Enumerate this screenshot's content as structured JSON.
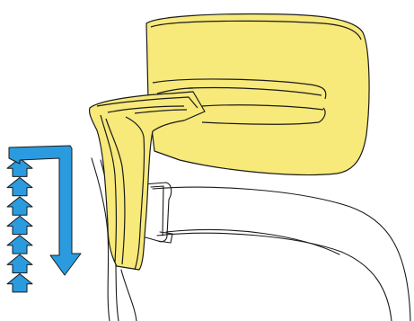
{
  "colors": {
    "background": "#ffffff",
    "headrest_fill": "#f7e97a",
    "arrow_fill": "#2b9be0",
    "outline": "#1a1a1a"
  },
  "illustration": {
    "parts": [
      "headrest-cushion",
      "headrest-support-arm",
      "chair-back-frame",
      "adjustment-arrows"
    ],
    "arrows": {
      "left_up_stack_count": 7,
      "right_down_arrow_count": 1
    },
    "icons": [
      "up-arrow-icon",
      "down-arrow-icon"
    ]
  }
}
